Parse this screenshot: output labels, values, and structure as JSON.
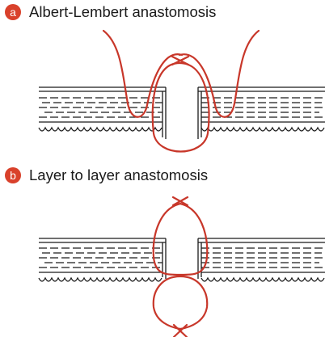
{
  "panels": [
    {
      "badge": "a",
      "title": "Albert-Lembert anastomosis"
    },
    {
      "badge": "b",
      "title": "Layer to layer anastomosis"
    }
  ],
  "colors": {
    "badge": "#d9412b",
    "suture": "#c8372a",
    "tissue": "#1a1a1a"
  }
}
